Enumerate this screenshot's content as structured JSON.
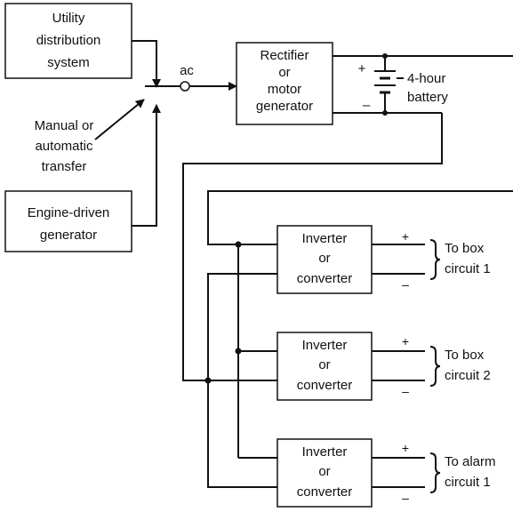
{
  "blocks": {
    "utility": [
      "Utility",
      "distribution",
      "system"
    ],
    "rectifier": [
      "Rectifier",
      "or",
      "motor",
      "generator"
    ],
    "engine": [
      "Engine-driven",
      "generator"
    ],
    "inverter": [
      "Inverter",
      "or",
      "converter"
    ]
  },
  "labels": {
    "ac": "ac",
    "transfer": [
      "Manual or",
      "automatic",
      "transfer"
    ],
    "battery": [
      "4-hour",
      "battery"
    ],
    "plus": "+",
    "minus": "–"
  },
  "outputs": [
    [
      "To box",
      "circuit 1"
    ],
    [
      "To box",
      "circuit 2"
    ],
    [
      "To alarm",
      "circuit 1"
    ]
  ]
}
